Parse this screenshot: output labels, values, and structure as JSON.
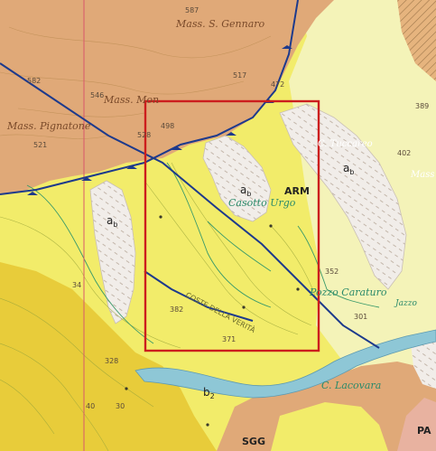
{
  "map": {
    "place_names": {
      "mass_s_gennaro": "Mass. S. Gennaro",
      "mass_pignatone": "Mass. Pignatone",
      "mass_partial": "Mass. Mon",
      "casotto_urgo": "Casotto Urgo",
      "tuccareo": "C. Tuccareo",
      "mass_right": "Mass",
      "pozzo_caraturo": "Pozzo Caraturo",
      "jazzo": "Jazzo",
      "lacovara": "C. Lacovara",
      "coste_della_verita": "COSTE DELLA VERITÀ"
    },
    "unit_labels": {
      "a_left": "a",
      "a_left_sub": "b",
      "a_center": "a",
      "a_center_sub": "b",
      "a_right": "a",
      "a_right_sub": "b",
      "b_bottom": "b",
      "b_bottom_sub": "2",
      "arm": "ARM",
      "sgg": "SGG",
      "pa": "PA"
    },
    "elevations": {
      "e587": "587",
      "e582": "582",
      "e546": "546",
      "e517": "517",
      "e472": "472",
      "e528": "528",
      "e521": "521",
      "e498": "498",
      "e402": "402",
      "e389": "389",
      "e352": "352",
      "e382": "382",
      "e371": "371",
      "e301": "301",
      "e328": "328",
      "e30": "30",
      "e40": "40",
      "e34": "34"
    },
    "colors": {
      "orange_unit": "#e0a978",
      "yellow_unit": "#f2ec6a",
      "pale_yellow_unit": "#f4f3b8",
      "deep_yellow_unit": "#e8cc3a",
      "alluvial_white": "#f1ede9",
      "river_blue": "#8ec7d6",
      "selection_box": "#cc1e1e",
      "fault_line": "#1d3a8c",
      "label_green": "#2a8a6a"
    }
  }
}
